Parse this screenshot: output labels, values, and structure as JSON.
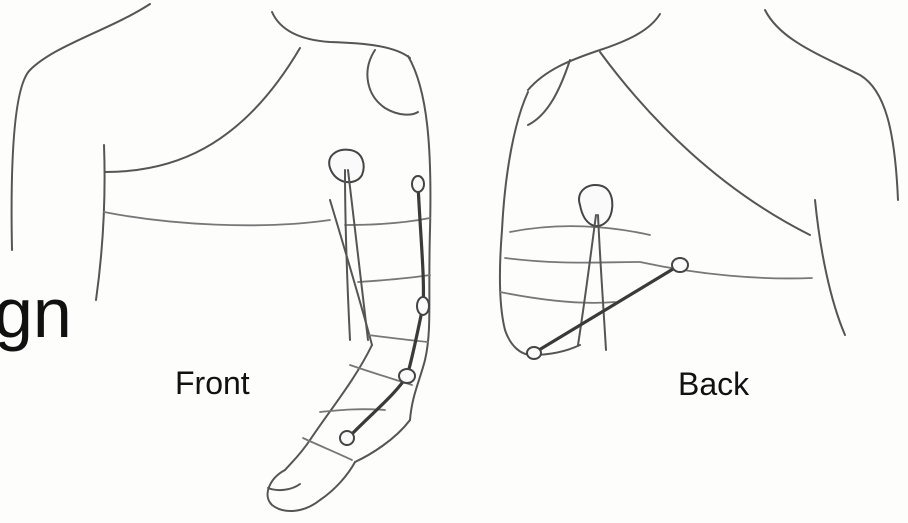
{
  "labels": {
    "partial_word": "gn",
    "front": "Front",
    "back": "Back"
  },
  "colors": {
    "ink": "#555555",
    "cord": "#3a3a3a",
    "paper": "#fdfdfc"
  }
}
